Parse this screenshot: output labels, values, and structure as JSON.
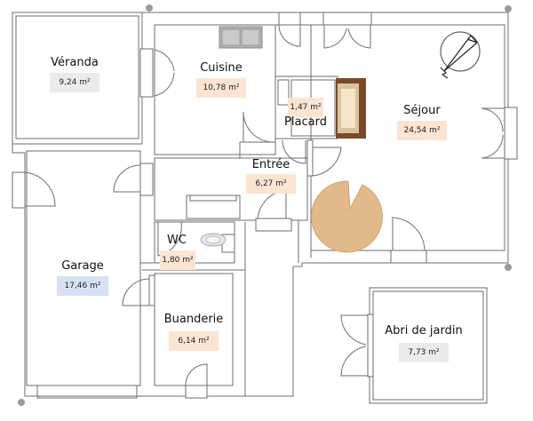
{
  "plan": {
    "colors": {
      "wall": "#6e6e6e",
      "badge_orange": "#fce4d2",
      "badge_blue": "#d6e2f3",
      "badge_gray": "#ebebeb",
      "stair": "#e2b98a",
      "fireplace_outer": "#7a4a2a",
      "fireplace_inner": "#f5e6c8",
      "corner_dot": "#9a9a9a"
    },
    "rooms": [
      {
        "id": "veranda",
        "name": "Véranda",
        "area": "9,24 m²",
        "badge": "gray"
      },
      {
        "id": "cuisine",
        "name": "Cuisine",
        "area": "10,78 m²",
        "badge": "orange"
      },
      {
        "id": "placard",
        "name": "Placard",
        "area": "1,47 m²",
        "badge": "orange"
      },
      {
        "id": "sejour",
        "name": "Séjour",
        "area": "24,54 m²",
        "badge": "orange"
      },
      {
        "id": "entree",
        "name": "Entrée",
        "area": "6,27 m²",
        "badge": "orange"
      },
      {
        "id": "wc",
        "name": "WC",
        "area": "1,80 m²",
        "badge": "orange"
      },
      {
        "id": "garage",
        "name": "Garage",
        "area": "17,46 m²",
        "badge": "blue"
      },
      {
        "id": "buanderie",
        "name": "Buanderie",
        "area": "6,14 m²",
        "badge": "orange"
      },
      {
        "id": "abri",
        "name": "Abri de jardin",
        "area": "7,73 m²",
        "badge": "gray"
      }
    ],
    "icons": {
      "compass": "compass-north-arrow-icon",
      "stairs": "spiral-staircase-icon",
      "fireplace": "fireplace-icon",
      "sink": "kitchen-sink-icon",
      "toilet": "toilet-icon"
    }
  }
}
